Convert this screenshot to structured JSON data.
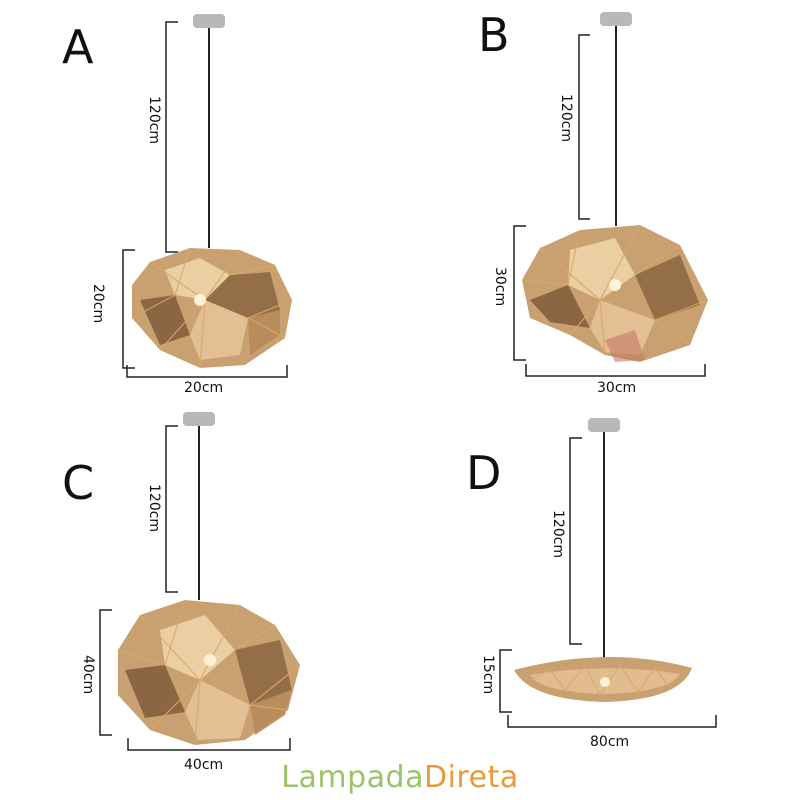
{
  "variants": [
    {
      "letter": "A",
      "cord": "120cm",
      "height": "20cm",
      "width": "20cm"
    },
    {
      "letter": "B",
      "cord": "120cm",
      "height": "30cm",
      "width": "30cm"
    },
    {
      "letter": "C",
      "cord": "120cm",
      "height": "40cm",
      "width": "40cm"
    },
    {
      "letter": "D",
      "cord": "120cm",
      "height": "15cm",
      "width": "80cm"
    }
  ],
  "brand": {
    "part1": "Lampada",
    "part2": "Direta"
  },
  "colors": {
    "gold": "#c9a070",
    "gold_light": "#f0d3a8",
    "gold_dark": "#7a5838",
    "line": "#222222",
    "brand_green": "#9bc46a",
    "brand_orange": "#e89a3c"
  }
}
